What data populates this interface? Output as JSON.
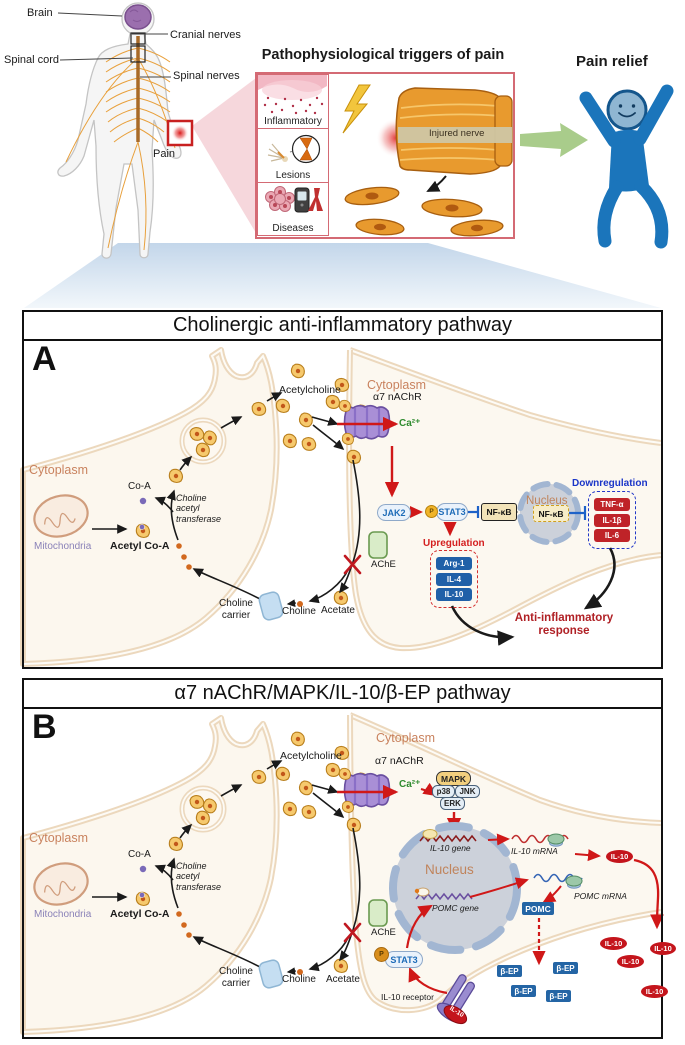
{
  "colors": {
    "membrane_tan": "#ecd8bd",
    "ach_yellow": "#f6c96d",
    "receptor_purple": "#a98fd6",
    "signal_red": "#d01818",
    "il10_red": "#c4151c",
    "cytokine_pill_blue": "#2060a8",
    "pomc_blue": "#2465a5",
    "ca_green": "#2e8b2e",
    "nucleus_fill": "#ccd1da",
    "downreg_blue": "#1a35c8",
    "upreg_red": "#d42020",
    "response_red": "#b02025",
    "figure_blue": "#1b75bb",
    "trigger_border": "#d46a74"
  },
  "top": {
    "anatomy": {
      "brain": "Brain",
      "cranial_nerves": "Cranial nerves",
      "spinal_cord": "Spinal cord",
      "spinal_nerves": "Spinal nerves",
      "pain": "Pain"
    },
    "triggers": {
      "title": "Pathophysiological triggers of pain",
      "categories": [
        "Inflammatory",
        "Lesions",
        "Diseases"
      ],
      "injured_nerve": "Injured nerve"
    },
    "pain_relief_title": "Pain relief"
  },
  "shared": {
    "cytoplasm": "Cytoplasm",
    "mitochondria": "Mitochondria",
    "co_a": "Co-A",
    "acetyl_co_a": "Acetyl Co-A",
    "chat": "Choline acetyl transferase",
    "acetylcholine": "Acetylcholine",
    "receptor": "α7 nAChR",
    "ca": "Ca²⁺",
    "ache": "AChE",
    "acetate": "Acetate",
    "choline": "Choline",
    "choline_carrier": "Choline carrier",
    "phospho": "P",
    "nucleus": "Nucleus"
  },
  "panel_a": {
    "letter": "A",
    "title": "Cholinergic anti-inflammatory pathway",
    "jak2": "JAK2",
    "stat3": "STAT3",
    "nfkb": "NF-κB",
    "downregulation": {
      "label": "Downregulation",
      "items": [
        "TNF-α",
        "IL-1β",
        "IL-6"
      ]
    },
    "upregulation": {
      "label": "Upregulation",
      "items": [
        "Arg-1",
        "IL-4",
        "IL-10"
      ]
    },
    "response": "Anti-inflammatory response"
  },
  "panel_b": {
    "letter": "B",
    "title": "α7 nAChR/MAPK/IL-10/β-EP pathway",
    "mapk": "MAPK",
    "p38": "p38",
    "jnk": "JNK",
    "erk": "ERK",
    "il10_gene": "IL-10 gene",
    "pomc_gene": "POMC gene",
    "il10_mrna": "IL-10 mRNA",
    "pomc_mrna": "POMC mRNA",
    "pomc": "POMC",
    "stat3": "STAT3",
    "il10_receptor": "IL-10 receptor",
    "il10": "IL-10",
    "bep": "β-EP"
  }
}
